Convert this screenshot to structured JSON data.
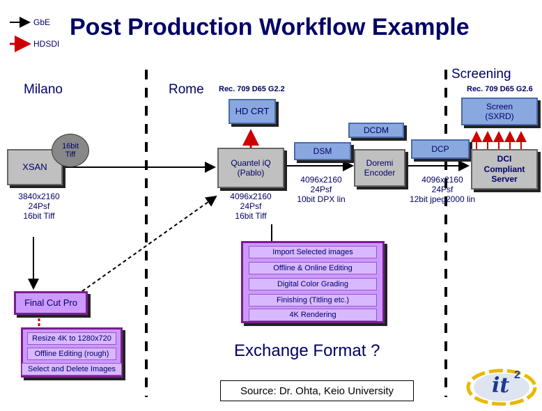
{
  "title": "Post Production Workflow Example",
  "legend": {
    "gbe": "GbE",
    "hdsdi": "HDSDI"
  },
  "cities": {
    "milano": "Milano",
    "rome": "Rome"
  },
  "screening": "Screening",
  "rec_left": "Rec. 709 D65 G2.2",
  "rec_right": "Rec. 709 D65 G2.6",
  "hd_crt": "HD CRT",
  "screen_sxrd": "Screen (SXRD)",
  "dcdm": "DCDM",
  "dsm": "DSM",
  "dcp": "DCP",
  "xsan": "XSAN",
  "tiff_bubble": "16bit Tiff",
  "xsan_spec": [
    "3840x2160",
    "24Psf",
    "16bit Tiff"
  ],
  "quantel": "Quantel iQ (Pablo)",
  "quantel_spec": [
    "4096x2160",
    "24Psf",
    "16bit Tiff"
  ],
  "dsm_spec": [
    "4096x2160",
    "24Psf",
    "10bit DPX lin"
  ],
  "doremi": "Doremi Encoder",
  "dcp_spec": [
    "4096x2160",
    "24Psf",
    "12bit jpeg2000 lin"
  ],
  "dci_server": "DCI Compliant Server",
  "edit_steps": [
    "Import Selected images",
    "Offline & Online Editing",
    "Digital Color Grading",
    "Finishing (Titling etc.)",
    "4K Rendering"
  ],
  "final_cut": "Final Cut Pro",
  "resize_steps": [
    "Resize 4K to 1280x720",
    "Offline Editing (rough)",
    "Select and Delete Images"
  ],
  "exchange": "Exchange Format ?",
  "source": "Source: Dr. Ohta, Keio University",
  "logo_text": "it",
  "logo_sup": "2",
  "colors": {
    "title": "#000066",
    "gbe_arrow": "#000000",
    "hdsdi_arrow": "#cc0000",
    "violet_fill": "#cc99ff",
    "violet_border": "#7a1e8f",
    "blue_fill": "#8aa8e0"
  }
}
